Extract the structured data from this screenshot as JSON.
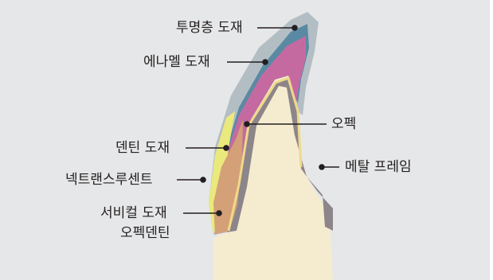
{
  "labels": {
    "translucent": "투명층 도재",
    "enamel": "에나멜 도재",
    "opaque": "오펙",
    "dentin": "덴틴 도재",
    "metal": "메탈 프레임",
    "translucent2": "넥트랜스루센트",
    "cervical_line1": "서비컬 도재",
    "cervical_line2": "오펙덴틴"
  },
  "colors": {
    "background": "#e6e7e8",
    "tooth": "#f5ecd0",
    "metal": "#8c8589",
    "translucent": "#b3bec4",
    "enamel_layer": "#5a8aa3",
    "enamel": "#c56aa1",
    "dentin_yellow": "#eae97c",
    "cervical": "#d3a077",
    "opaque_line": "#f0d98a"
  }
}
